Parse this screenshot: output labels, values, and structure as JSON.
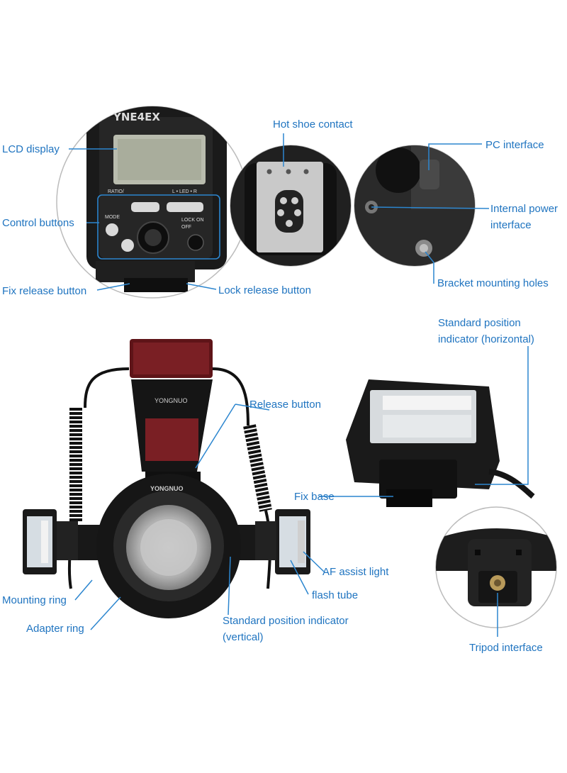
{
  "colors": {
    "label": "#1f74c0",
    "leader": "#2c86cf",
    "body": "#151515",
    "red_panel": "#7a1f24"
  },
  "brand": {
    "body_mark": "YONGNUO",
    "ring_mark": "YONGNUO",
    "model_mark": "YNE4EX"
  },
  "panel": {
    "ratio_label": "RATIO/",
    "led_label": "L • LED • R",
    "mode_label": "MODE",
    "lock_label": "LOCK ON",
    "off_label": "OFF"
  },
  "callouts": {
    "lcd_display": "LCD display",
    "control_buttons": "Control buttons",
    "fix_release_button": "Fix release button",
    "lock_release_button": "Lock release button",
    "hot_shoe_contact": "Hot shoe contact",
    "pc_interface": "PC interface",
    "internal_power_interface_1": "Internal power",
    "internal_power_interface_2": "interface",
    "bracket_mounting_holes": "Bracket mounting holes",
    "standard_position_indicator_horizontal_1": "Standard position",
    "standard_position_indicator_horizontal_2": "indicator (horizontal)",
    "release_button": "Release button",
    "fix_base": "Fix base",
    "af_assist_light": "AF assist light",
    "flash_tube": "flash tube",
    "mounting_ring": "Mounting ring",
    "adapter_ring": "Adapter ring",
    "standard_position_indicator_vertical_1": "Standard position indicator",
    "standard_position_indicator_vertical_2": "(vertical)",
    "tripod_interface": "Tripod interface"
  }
}
